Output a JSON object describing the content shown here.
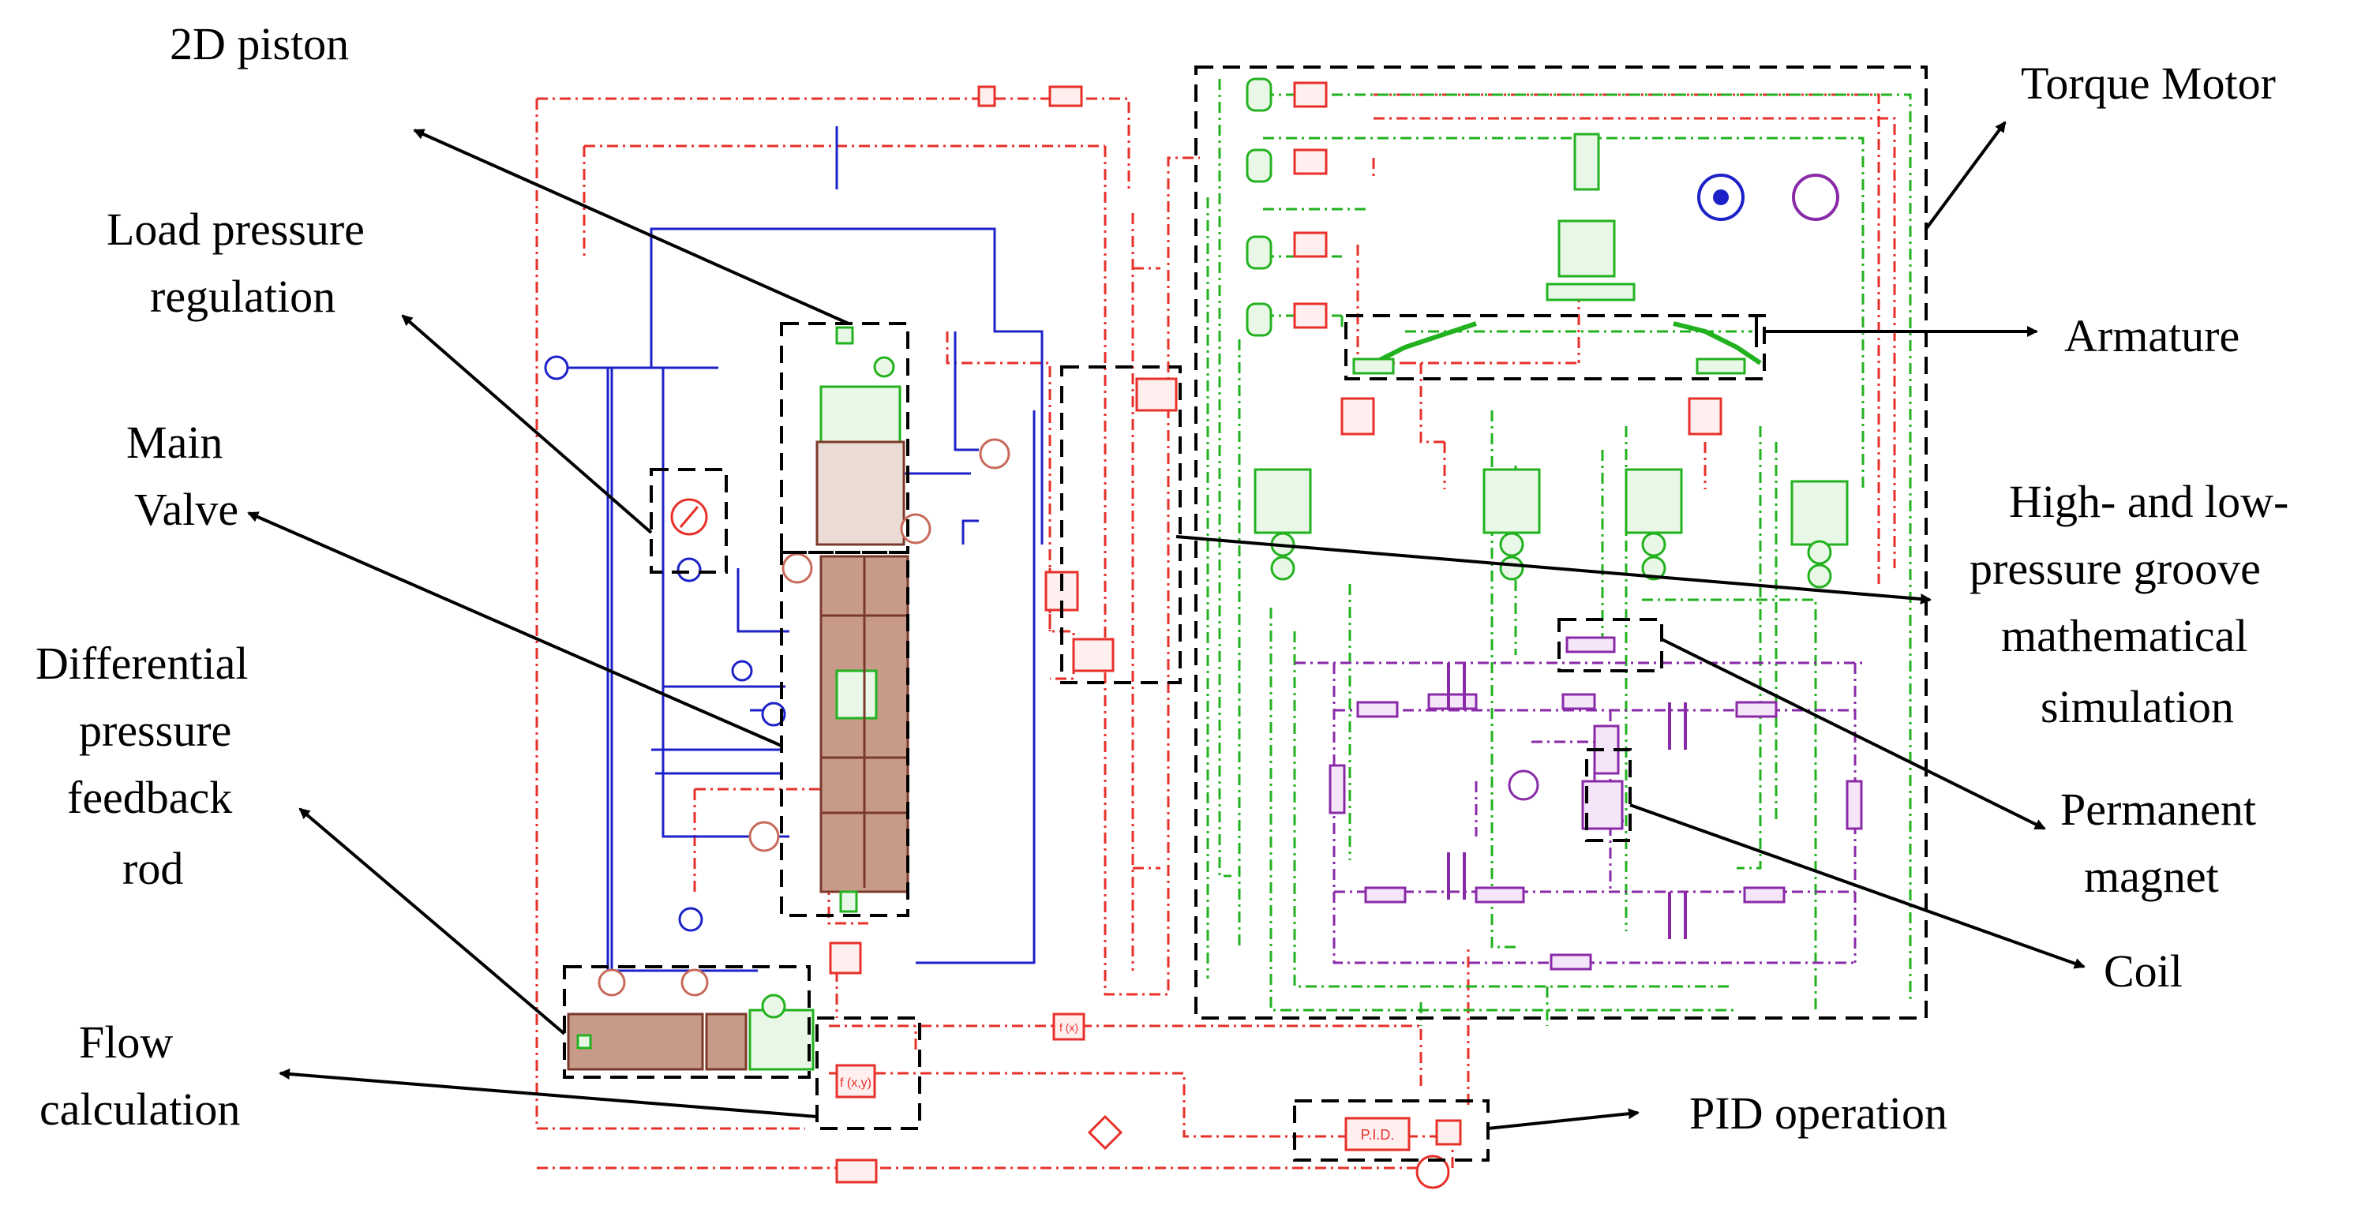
{
  "labels": {
    "piston_2d": "2D piston",
    "load_pressure_line1": "Load pressure",
    "load_pressure_line2": "regulation",
    "main_valve_line1": "Main",
    "main_valve_line2": "Valve",
    "diff_line1": "Differential",
    "diff_line2": "pressure",
    "diff_line3": "feedback",
    "diff_line4": "rod",
    "flow_line1": "Flow",
    "flow_line2": "calculation",
    "torque_motor": "Torque Motor",
    "armature": "Armature",
    "hl_line1": "High- and low-",
    "hl_line2": "pressure groove",
    "hl_line3": "mathematical",
    "hl_line4": "simulation",
    "perm_line1": "Permanent",
    "perm_line2": "magnet",
    "coil": "Coil",
    "pid_operation": "PID operation"
  },
  "blocks": {
    "pid": "P.I.D.",
    "fx": "f (x)",
    "fxy": "f (x,y)"
  },
  "colors": {
    "signal": "#e8302a",
    "hydraulic": "#1c22c8",
    "mechanical": "#22b21f",
    "magnetic": "#8a2aa8",
    "annotation": "#000000"
  }
}
